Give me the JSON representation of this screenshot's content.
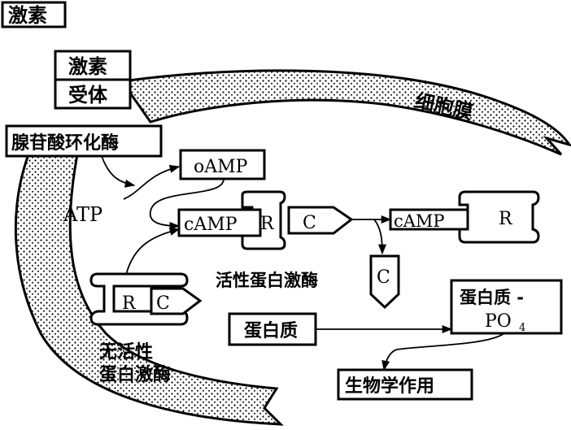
{
  "title": "激素",
  "labels": {
    "hormone": "激素",
    "receptor": "受体",
    "membrane": "细胞膜",
    "adenylate_cyclase": "腺苷酸环化酶",
    "oamp": "oAMP",
    "atp": "ATP",
    "camp": "cAMP",
    "r": "R",
    "c": "C",
    "active_kinase": "活性蛋白激酶",
    "inactive_line1": "无活性",
    "inactive_line2": "蛋白激酶",
    "protein": "蛋白质",
    "protein_po4_line1": "蛋白质 -",
    "protein_po4_line2": "PO",
    "po4_sub": "4",
    "biological_effect": "生物学作用"
  }
}
